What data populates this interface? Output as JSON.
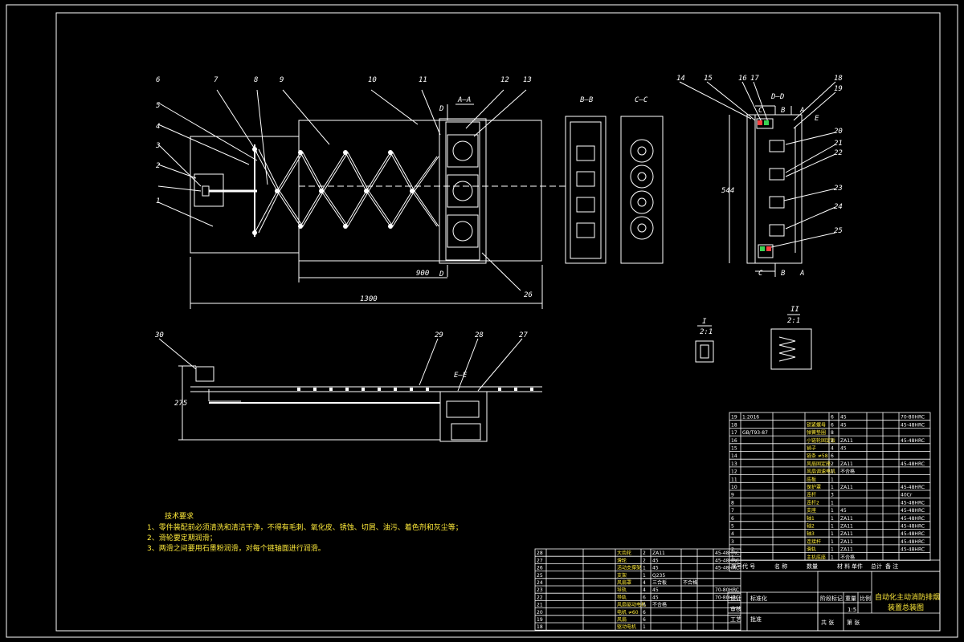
{
  "colors": {
    "line": "#ffffff",
    "accent": "#ffeb3b",
    "red": "#ff4040",
    "green": "#39d353",
    "bg": "#000000"
  },
  "top_view": {
    "dim_total": "1300",
    "dim_span": "900",
    "section_a": "A–A",
    "section_d_top": "D",
    "section_d_bottom": "D",
    "part_leaders": [
      "1",
      "2",
      "3",
      "4",
      "5",
      "6",
      "7",
      "8",
      "9",
      "10",
      "11",
      "12",
      "13",
      "26"
    ]
  },
  "section_bb": {
    "title": "B–B"
  },
  "section_cc": {
    "title": "C–C"
  },
  "section_dd": {
    "title": "D–D",
    "dim_height": "544",
    "letters": {
      "c_top": "C",
      "b_top": "B",
      "a_top": "A",
      "e_top": "E",
      "c_bot": "C",
      "b_bot": "B",
      "a_bot": "A"
    },
    "part_leaders": [
      "14",
      "15",
      "16",
      "17",
      "18",
      "19",
      "20",
      "21",
      "22",
      "23",
      "24",
      "25"
    ]
  },
  "details": {
    "one": {
      "roman": "I",
      "scale": "2:1"
    },
    "two": {
      "roman": "II",
      "scale": "2:1"
    }
  },
  "side_view": {
    "dim_height": "275",
    "section_e": "E–E",
    "part_leaders": [
      "30",
      "29",
      "28",
      "27"
    ]
  },
  "tech_requirements": {
    "title": "技术要求",
    "items": [
      "1、零件装配前必须清洗和清洁干净，不得有毛刺、氧化皮、锈蚀、切屑、油污、着色剂和灰尘等；",
      "2、滑轮要定期润滑；",
      "3、两滑之间要用石墨粉润滑，对每个链轴面进行润滑。"
    ]
  },
  "parts_upper": {
    "rows": [
      [
        "19",
        "1:2016",
        "",
        "",
        "6",
        "45",
        "",
        "",
        "70-80HRC"
      ],
      [
        "18",
        "",
        "",
        "锁紧螺母",
        "6",
        "45",
        "",
        "",
        "45-48HRC"
      ],
      [
        "17",
        "GB/T93-87",
        "",
        "弹簧垫圈",
        "8",
        "",
        "",
        "",
        ""
      ],
      [
        "16",
        "",
        "",
        "小链轮固定板",
        "2",
        "ZA11",
        "",
        "",
        "45-48HRC"
      ],
      [
        "15",
        "",
        "",
        "销子",
        "4",
        "45",
        "",
        "",
        ""
      ],
      [
        "14",
        "",
        "",
        "链条 ≠58",
        "6",
        "",
        "",
        "",
        ""
      ],
      [
        "13",
        "",
        "",
        "风扇固定座",
        "2",
        "ZA11",
        "",
        "",
        "45-48HRC"
      ],
      [
        "12",
        "",
        "",
        "风扇调速电机",
        "1",
        "不合格",
        "",
        "",
        ""
      ],
      [
        "11",
        "",
        "",
        "底板",
        "1",
        "",
        "",
        "",
        ""
      ],
      [
        "10",
        "",
        "",
        "保护罩",
        "1",
        "ZA11",
        "",
        "",
        "45-48HRC"
      ],
      [
        "9",
        "",
        "",
        "连杆",
        "3",
        "",
        "",
        "",
        "40Cr"
      ],
      [
        "8",
        "",
        "",
        "连杆2",
        "1",
        "",
        "",
        "",
        "45-48HRC"
      ],
      [
        "7",
        "",
        "",
        "支座",
        "1",
        "45",
        "",
        "",
        "45-48HRC"
      ],
      [
        "6",
        "",
        "",
        "轴1",
        "1",
        "ZA11",
        "",
        "",
        "45-48HRC"
      ],
      [
        "5",
        "",
        "",
        "轴2",
        "1",
        "ZA11",
        "",
        "",
        "45-48HRC"
      ],
      [
        "4",
        "",
        "",
        "轴3",
        "1",
        "ZA11",
        "",
        "",
        "45-48HRC"
      ],
      [
        "3",
        "",
        "",
        "连接杆",
        "1",
        "ZA11",
        "",
        "",
        "45-48HRC"
      ],
      [
        "2",
        "",
        "",
        "滑轨",
        "1",
        "ZA11",
        "",
        "",
        "45-48HRC"
      ],
      [
        "1",
        "",
        "",
        "主机底座",
        "1",
        "不合格",
        "",
        "",
        ""
      ]
    ]
  },
  "parts_lower": {
    "rows": [
      [
        "28",
        "",
        "",
        "大齿轮",
        "2",
        "ZA11",
        "",
        "",
        "45-48HRC"
      ],
      [
        "27",
        "",
        "",
        "滑轮",
        "2",
        "45",
        "",
        "",
        "45-48HRC"
      ],
      [
        "26",
        "",
        "",
        "活动支撑架",
        "1",
        "45",
        "",
        "",
        "45-48HRC"
      ],
      [
        "25",
        "",
        "",
        "支架",
        "1",
        "Q235",
        "",
        "",
        ""
      ],
      [
        "24",
        "",
        "",
        "风扇罩",
        "4",
        "三合板",
        "不合格",
        "",
        ""
      ],
      [
        "23",
        "",
        "",
        "导轨",
        "4",
        "45",
        "",
        "",
        "70-80HRC"
      ],
      [
        "22",
        "",
        "",
        "导轨",
        "6",
        "45",
        "",
        "",
        "70-80HRC"
      ],
      [
        "21",
        "",
        "",
        "风扇驱动电机",
        "6",
        "不合格",
        "",
        "",
        ""
      ],
      [
        "20",
        "",
        "",
        "电机 ≠60",
        "6",
        "",
        "",
        "",
        ""
      ],
      [
        "19",
        "",
        "",
        "风扇",
        "6",
        "",
        "",
        "",
        ""
      ],
      [
        "18",
        "",
        "",
        "驱动电机",
        "1",
        "",
        "",
        "",
        ""
      ]
    ],
    "header": [
      "序号",
      "代 号",
      "名 称",
      "数量",
      "材 料",
      "单件",
      "总计",
      "备 注"
    ]
  },
  "title_block": {
    "title_line1": "自动化主动消防排烟",
    "title_line2": "装置总装图",
    "labels": [
      "设计",
      "标准化",
      "审核",
      "工艺",
      "批准",
      "比例",
      "共 张",
      "第 张",
      "阶段标记",
      "重量"
    ],
    "scale_value": "1:5"
  }
}
